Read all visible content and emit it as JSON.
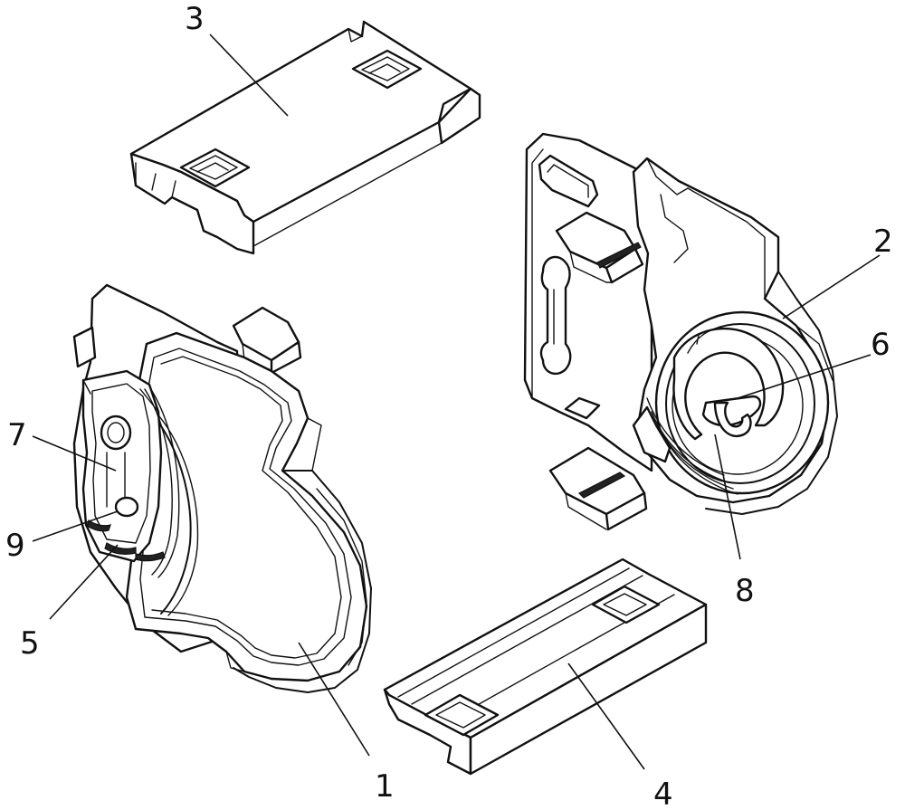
{
  "diagram": {
    "callouts": [
      {
        "id": "1",
        "label": "1"
      },
      {
        "id": "2",
        "label": "2"
      },
      {
        "id": "3",
        "label": "3"
      },
      {
        "id": "4",
        "label": "4"
      },
      {
        "id": "5",
        "label": "5"
      },
      {
        "id": "6",
        "label": "6"
      },
      {
        "id": "7",
        "label": "7"
      },
      {
        "id": "8",
        "label": "8"
      },
      {
        "id": "9",
        "label": "9"
      }
    ],
    "colors": {
      "line": "#111111",
      "background": "#ffffff"
    }
  }
}
